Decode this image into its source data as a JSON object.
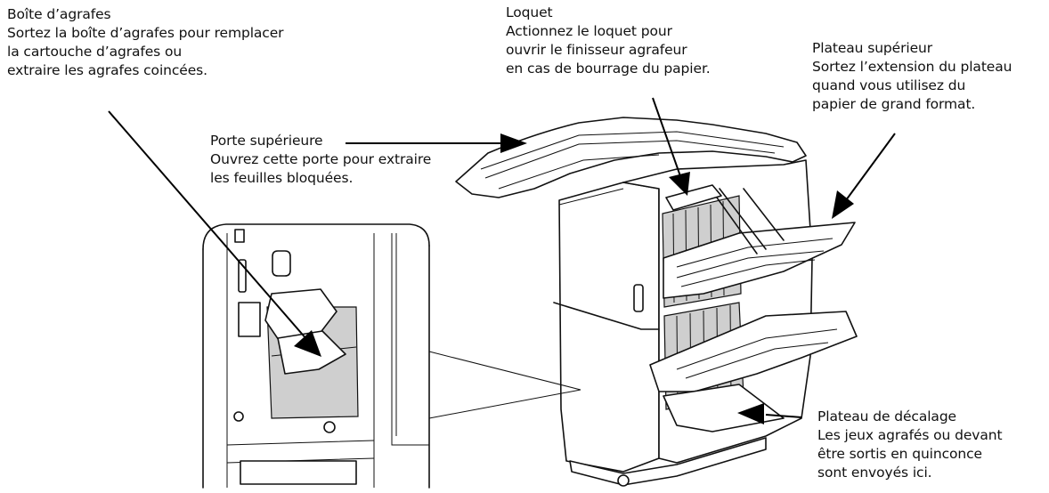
{
  "callouts": {
    "staple_box": {
      "title": "Boîte d’agrafes",
      "desc": "Sortez la boîte d’agrafes pour remplacer\nla cartouche d’agrafes ou\nextraire les agrafes coincées."
    },
    "latch": {
      "title": "Loquet",
      "desc": "Actionnez le loquet pour\nouvrir le finisseur agrafeur\nen cas de bourrage du papier."
    },
    "upper_tray": {
      "title": "Plateau supérieur",
      "desc": "Sortez l’extension du plateau\nquand vous utilisez du\npapier de grand format."
    },
    "top_door": {
      "title": "Porte supérieure",
      "desc": "Ouvrez cette porte pour extraire\nles feuilles bloquées."
    },
    "offset_tray": {
      "title": "Plateau de décalage",
      "desc": "Les jeux agrafés ou devant\nêtre sortis en quinconce\nsont envoyés ici."
    }
  }
}
